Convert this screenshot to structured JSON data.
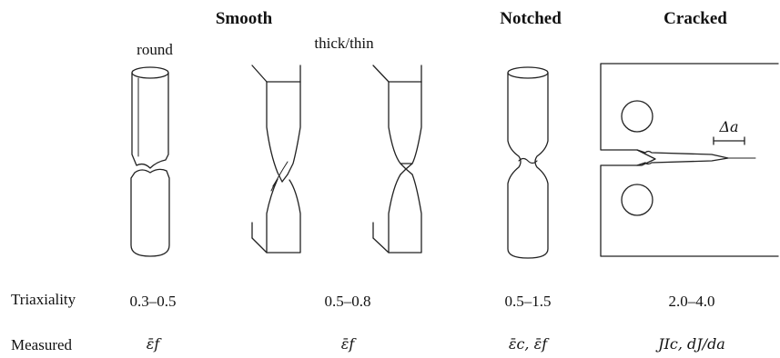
{
  "headers": {
    "smooth": "Smooth",
    "notched": "Notched",
    "cracked": "Cracked"
  },
  "subheaders": {
    "round": "round",
    "thick_thin": "thick/thin"
  },
  "crack_extension_label": "Δa",
  "rows": {
    "triaxiality": {
      "label": "Triaxiality",
      "round": "0.3–0.5",
      "thick_thin": "0.5–0.8",
      "notched": "0.5–1.5",
      "cracked": "2.0–4.0"
    },
    "measured": {
      "label": "Measured",
      "round": "ε̄f",
      "thick_thin": "ε̄f",
      "notched": "ε̄c, ε̄f",
      "cracked": "JIc, dJ/da"
    }
  }
}
